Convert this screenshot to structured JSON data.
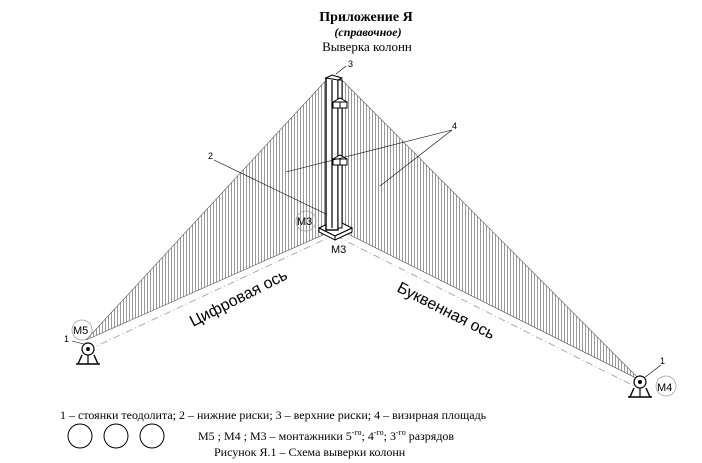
{
  "header": {
    "title": "Приложение Я",
    "subtitle": "(справочное)",
    "heading": "Выверка колонн"
  },
  "callouts": {
    "c1_left": "1",
    "c1_right": "1",
    "c2": "2",
    "c3": "3",
    "c4": "4"
  },
  "markers": {
    "m5": "М5",
    "m4": "М4",
    "m3_column": "М3",
    "m3_base": "М3"
  },
  "axes": {
    "digital": "Цифровая ось",
    "letter": "Буквенная ось"
  },
  "legend": {
    "line1": "1 – стоянки теодолита; 2 – нижние риски; 3 – верхние риски; 4 – визирная площадь",
    "line2_prefix": "М5 ;  М4 ;  М3  – монтажники 5",
    "sup1": "-го",
    "sep1": "; 4",
    "sup2": "-го",
    "sep2": "; 3",
    "sup3": "-го",
    "suffix": " разрядов"
  },
  "caption": "Рисунок Я.1 – Схема выверки колонн",
  "colors": {
    "line": "#000000",
    "hatch": "#777777",
    "faint": "#999999"
  }
}
